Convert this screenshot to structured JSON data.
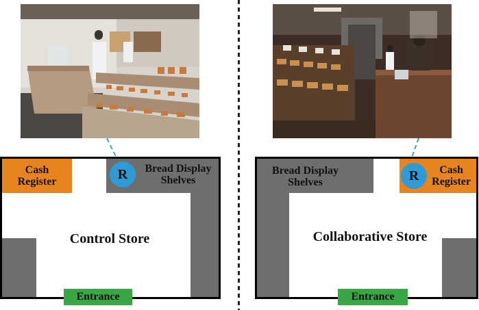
{
  "left": {
    "store_name": "Control Store",
    "cash_register": [
      "Cash",
      "Register"
    ],
    "bread_shelves": [
      "Bread Display",
      "Shelves"
    ],
    "robot_marker": "R",
    "entrance": "Entrance"
  },
  "right": {
    "store_name": "Collaborative Store",
    "cash_register": [
      "Cash",
      "Register"
    ],
    "bread_shelves": [
      "Bread Display",
      "Shelves"
    ],
    "robot_marker": "R",
    "entrance": "Entrance"
  },
  "colors": {
    "cash_register": "#e8841f",
    "shelves": "#6e6e6e",
    "robot": "#2e9ad6",
    "entrance": "#3aa645"
  }
}
